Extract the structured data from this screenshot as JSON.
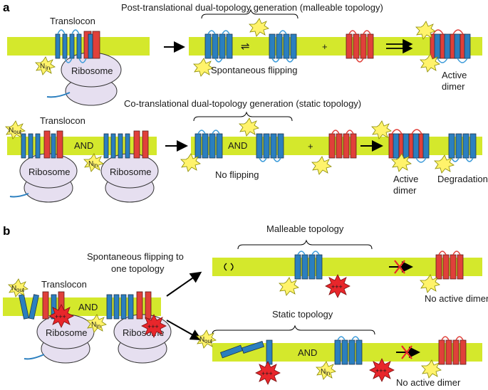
{
  "panels": {
    "a": "a",
    "b": "b"
  },
  "labels": {
    "translocon_a1": "Translocon",
    "ribosome_a1": "Ribosome",
    "post_title": "Post-translational dual-topology generation (malleable topology)",
    "spontaneous_flipping": "Spontaneous flipping",
    "active_dimer": "Active",
    "dimer": "dimer",
    "co_title": "Co-translational dual-topology generation (static topology)",
    "translocon_a2": "Translocon",
    "and": "AND",
    "ribosome": "Ribosome",
    "no_flipping": "No flipping",
    "degradation": "Degradation",
    "translocon_b": "Translocon",
    "flip_to_one_line1": "Spontaneous flipping to",
    "flip_to_one_line2": "one topology",
    "malleable_topology": "Malleable topology",
    "static_topology": "Static topology",
    "no_active_dimer": "No active dimer",
    "plus": "+",
    "n_letter": "N",
    "sub_in": "in",
    "sub_out": "out",
    "charges": "+++"
  },
  "colors": {
    "membrane": "#d4e82c",
    "helix_blue": "#2b7fbf",
    "helix_red": "#e0403a",
    "ribosome": "#e6dff0",
    "star_yellow": "#fff36b",
    "star_red": "#e8262b",
    "loop_blue": "#3a9ad9",
    "cross": "#e8262b"
  }
}
